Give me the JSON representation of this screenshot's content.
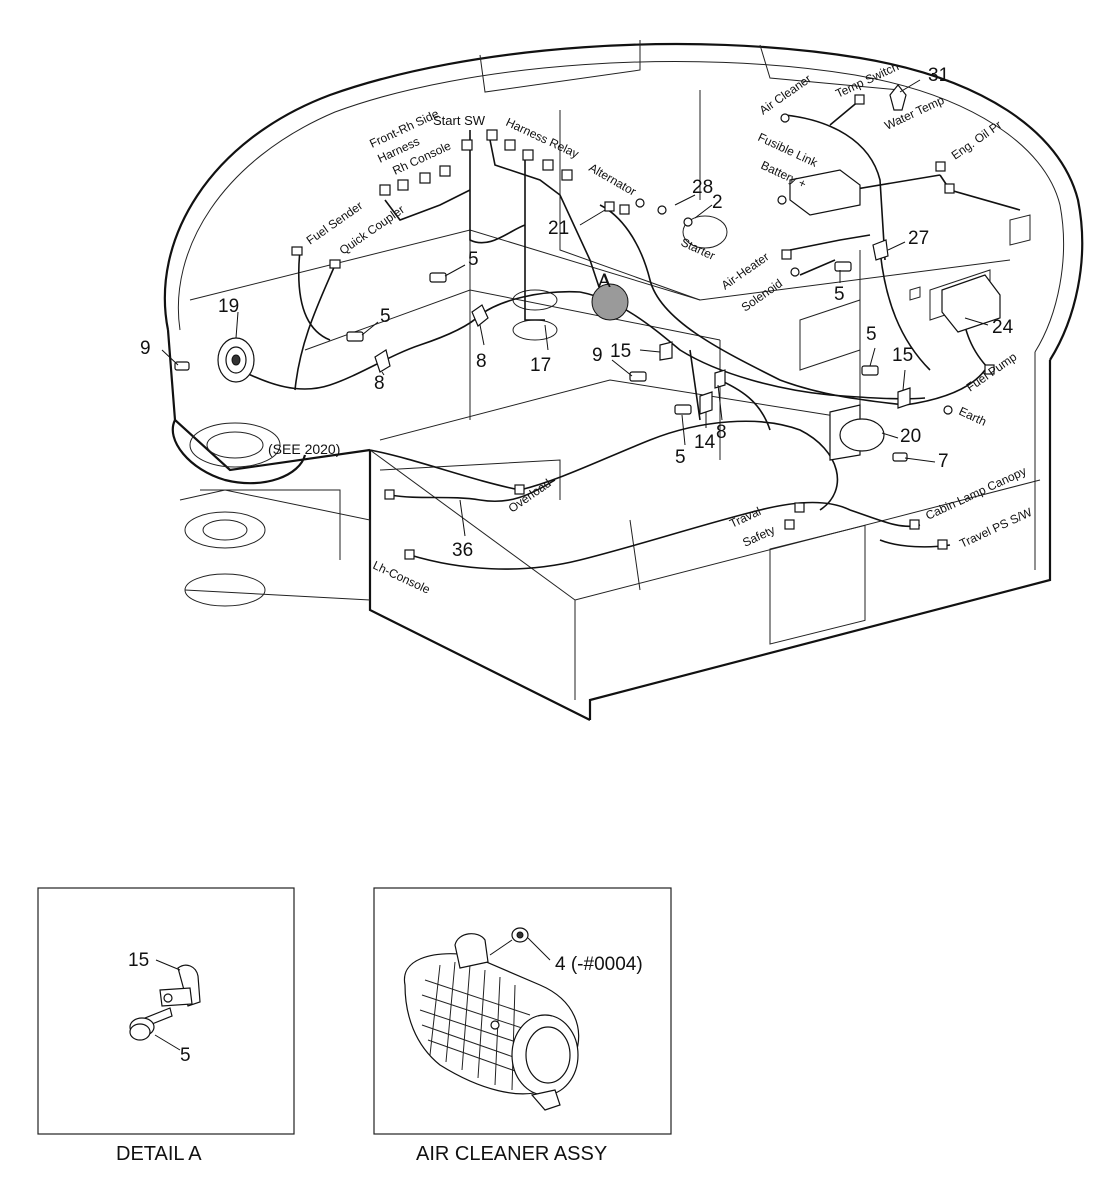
{
  "callouts": {
    "c31": "31",
    "c28": "28",
    "c2": "2",
    "c21": "21",
    "c27": "27",
    "c5a": "5",
    "c5b": "5",
    "c5c": "5",
    "c5d": "5",
    "c5e": "5",
    "c19": "19",
    "c9a": "9",
    "c9b": "9",
    "c8a": "8",
    "c8b": "8",
    "c8c": "8",
    "c17": "17",
    "c15a": "15",
    "c15b": "15",
    "c14": "14",
    "c24": "24",
    "c20": "20",
    "c7": "7",
    "c36": "36",
    "cA": "A",
    "see2020": "(SEE 2020)"
  },
  "connectors": {
    "front_rh_side": "Front-Rh Side",
    "harness": "Harness",
    "rh_console": "Rh Console",
    "start_sw": "Start SW",
    "harness_relay": "Harness Relay",
    "alternator": "Alternator",
    "fuel_sender": "Fuel Sender",
    "quick_coupler": "Quick Coupler",
    "air_cleaner": "Air Cleaner",
    "temp_switch": "Temp Switch",
    "water_temp": "Water Temp",
    "fusible_link": "Fusible Link",
    "battery_plus": "Battery +",
    "eng_oil_pr": "Eng. Oil Pr",
    "starter": "Starter",
    "air_heater": "Air-Heater",
    "solenoid": "Solenoid",
    "fuel_pump": "Fuel Pump",
    "earth": "Earth",
    "overload": "Overload",
    "lh_console": "Lh-Console",
    "traval": "Traval",
    "safety": "Safety",
    "cabin_lamp_canopy": "Cabin Lamp Canopy",
    "travel_ps_sw": "Travel PS S/W"
  },
  "detail_a": {
    "title": "DETAIL A",
    "c15": "15",
    "c5": "5"
  },
  "air_cleaner_assy": {
    "title": "AIR CLEANER ASSY",
    "c4": "4 (-#0004)"
  }
}
